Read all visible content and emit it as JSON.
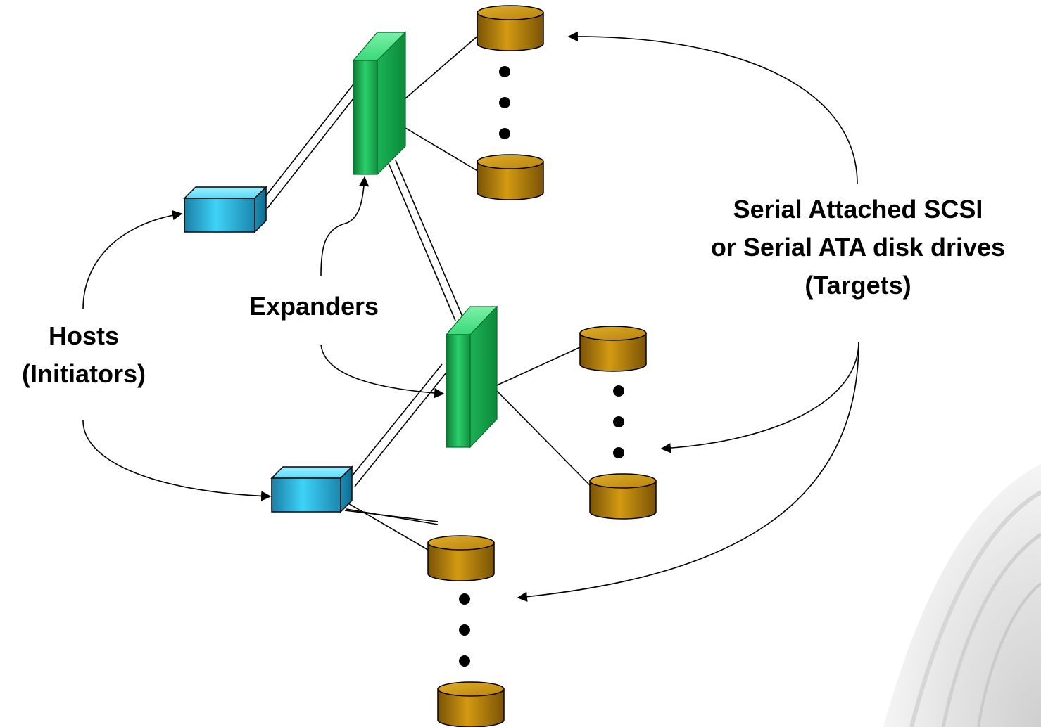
{
  "labels": {
    "hosts_line1": "Hosts",
    "hosts_line2": "(Initiators)",
    "expanders": "Expanders",
    "targets_line1": "Serial Attached SCSI",
    "targets_line2": "or Serial ATA disk drives",
    "targets_line3": "(Targets)"
  },
  "colors": {
    "host_box": "#39C8F0",
    "expander": "#1FAE4B",
    "disk": "#C08A10",
    "line": "#000000",
    "background": "#ffffff"
  },
  "icons": {
    "host": "host-box-icon",
    "expander": "expander-panel-icon",
    "disk": "disk-cylinder-icon",
    "ellipsis": "vertical-ellipsis-icon"
  }
}
